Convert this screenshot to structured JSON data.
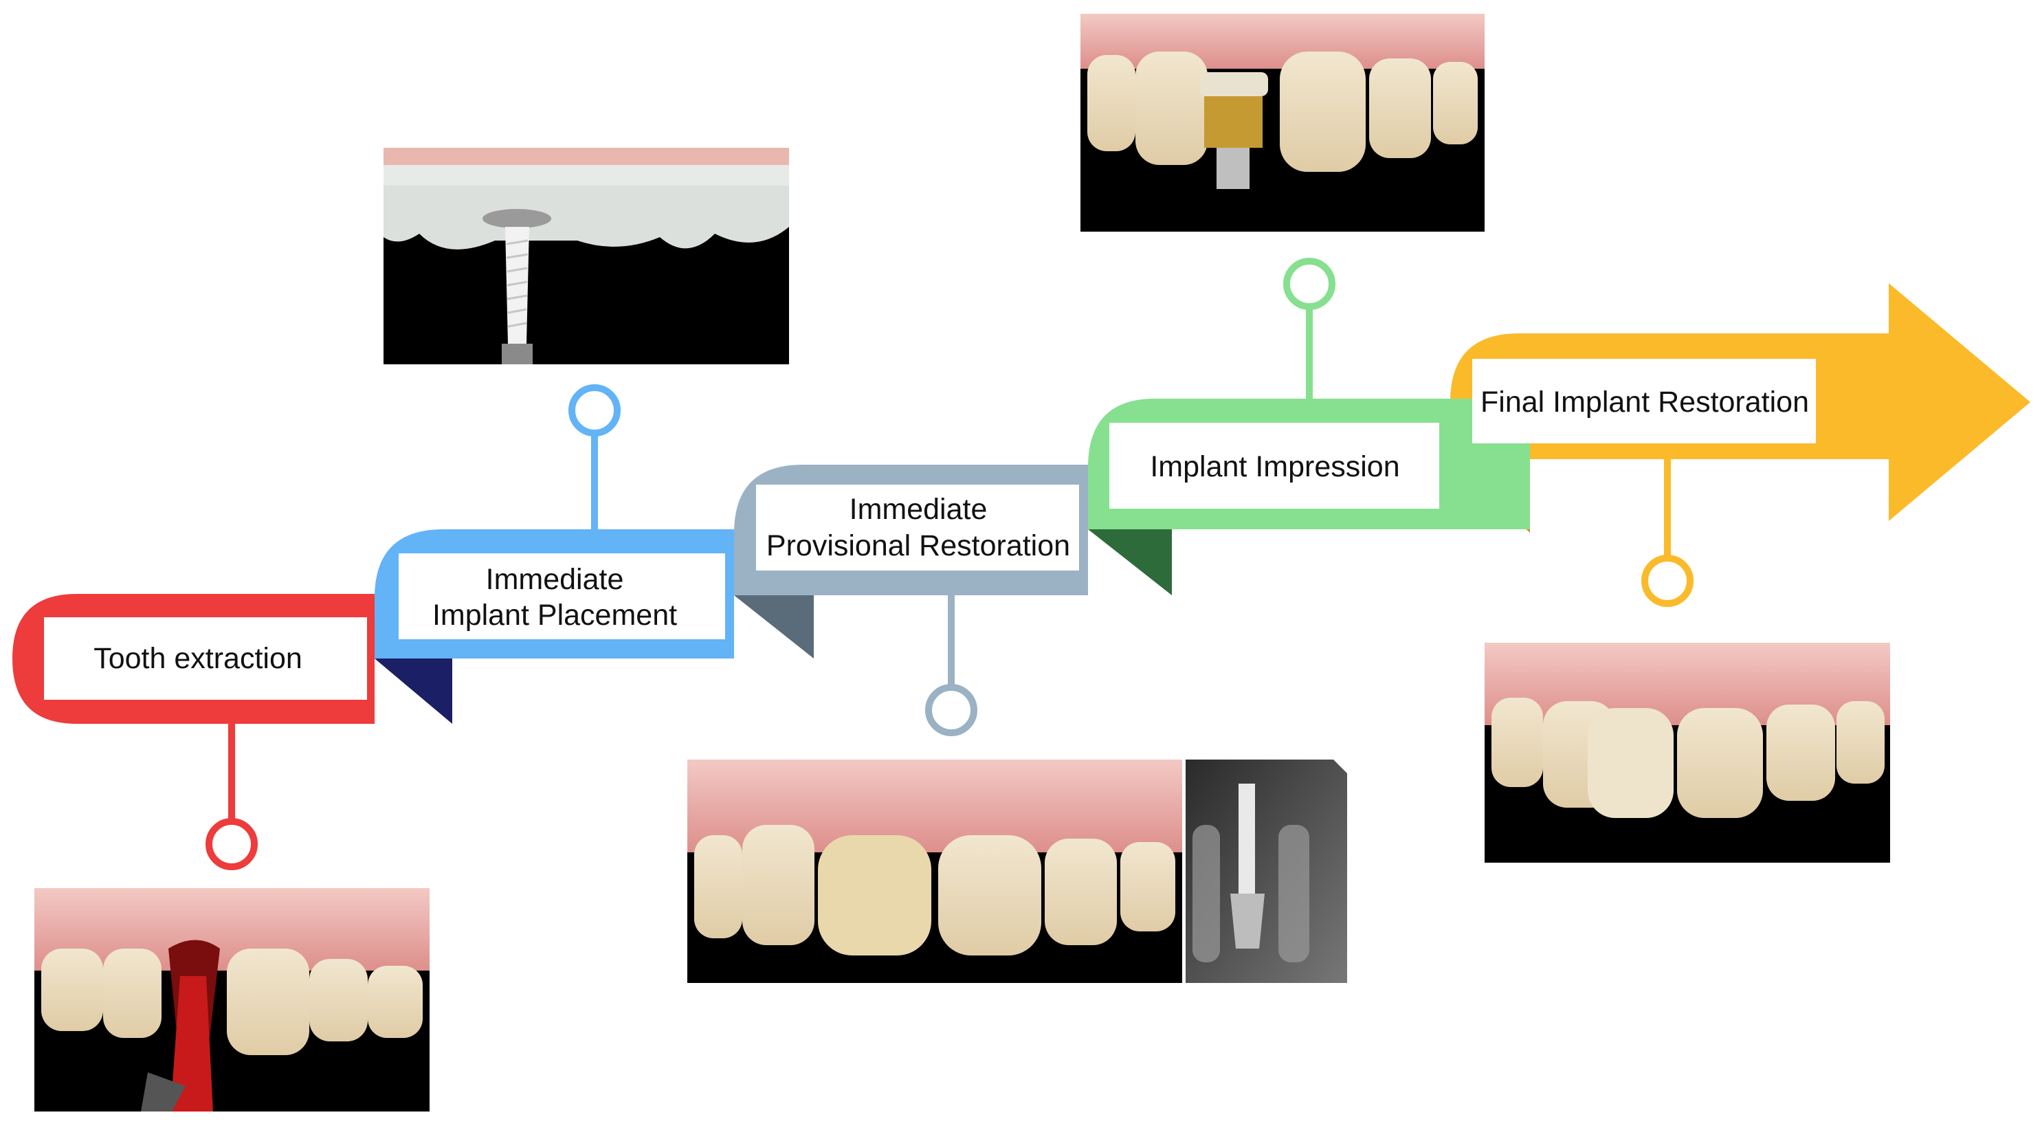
{
  "steps": [
    {
      "label_lines": [
        "Tooth extraction"
      ],
      "color": "#EE3B3B",
      "fold_color": "#1A1F66",
      "photo": "clinical photo: extraction socket with bleeding"
    },
    {
      "label_lines": [
        "Immediate",
        "Implant Placement"
      ],
      "color": "#63B3F7",
      "fold_color": "#5A6B79",
      "photo": "clinical photo: implant placed through surgical guide"
    },
    {
      "label_lines": [
        "Immediate",
        "Provisional Restoration"
      ],
      "color": "#9BB1C4",
      "fold_color": "#2E6B3A",
      "photo": "clinical photo of provisional crown with periapical radiograph"
    },
    {
      "label_lines": [
        "Implant Impression"
      ],
      "color": "#86E08F",
      "fold_color": "#D98A1C",
      "photo": "clinical photo: impression coping on implant"
    },
    {
      "label_lines": [
        "Final Implant Restoration"
      ],
      "color": "#FBBA2A",
      "fold_color": "#D98A1C",
      "photo": "clinical photo: final implant crown"
    }
  ]
}
